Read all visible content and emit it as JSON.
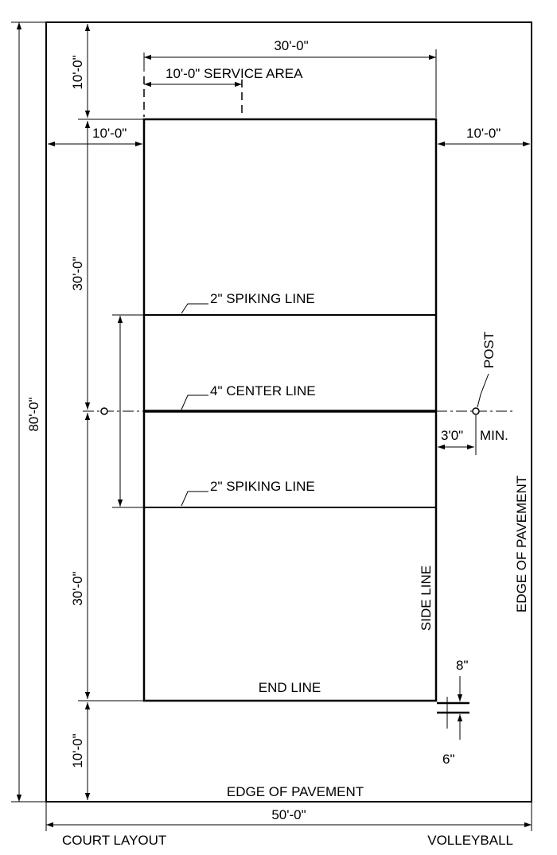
{
  "title_left": "COURT LAYOUT",
  "title_right": "VOLLEYBALL",
  "dims": {
    "overall_length": "80'-0\"",
    "overall_width": "50'-0\"",
    "court_width": "30'-0\"",
    "service_area": "10'-0\" SERVICE AREA",
    "top_clearance": "10'-0\"",
    "left_clearance": "10'-0\"",
    "right_clearance": "10'-0\"",
    "upper_half": "30'-0\"",
    "lower_half": "30'-0\"",
    "bottom_clearance": "10'-0\"",
    "post_offset": "3'0\"",
    "post_offset_note": "MIN.",
    "line_width_top": "8\"",
    "line_width_bottom": "6\""
  },
  "labels": {
    "spiking_line_top": "2\" SPIKING LINE",
    "center_line": "4\" CENTER LINE",
    "spiking_line_bottom": "2\" SPIKING LINE",
    "post": "POST",
    "side_line": "SIDE LINE",
    "end_line": "END LINE",
    "edge_bottom": "EDGE OF PAVEMENT",
    "edge_right": "EDGE OF PAVEMENT"
  }
}
